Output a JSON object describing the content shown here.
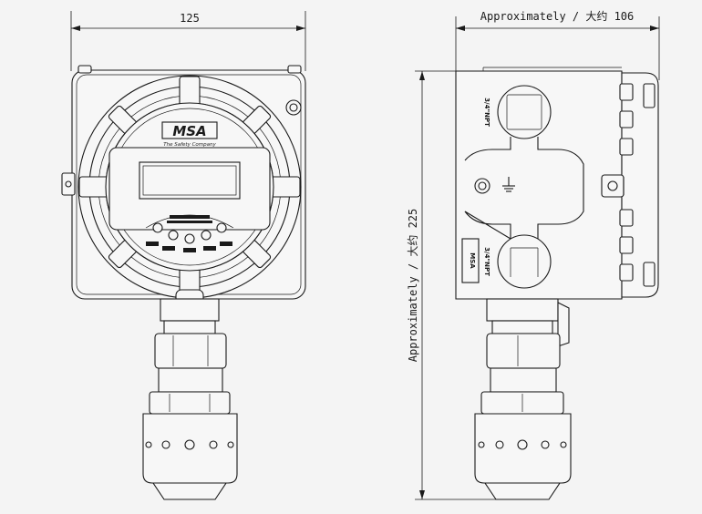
{
  "dimensions": {
    "width_label": "125",
    "depth_label": "Approximately / 大约 106",
    "height_label": "Approximately / 大约 225"
  },
  "device": {
    "logo_text": "MSA",
    "tagline": "The Safety Company",
    "conduit_label_top": "3/4\"NPT",
    "conduit_label_bottom": "3/4\"NPT",
    "side_logo_text": "MSA",
    "ground_symbol_name": "ground-icon"
  }
}
